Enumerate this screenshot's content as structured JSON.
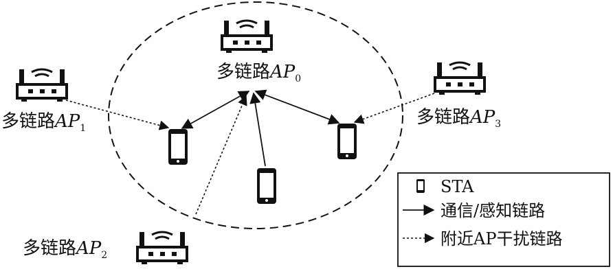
{
  "access_points": [
    {
      "prefix": "多链路",
      "name": "AP",
      "sub": "0"
    },
    {
      "prefix": "多链路",
      "name": "AP",
      "sub": "1"
    },
    {
      "prefix": "多链路",
      "name": "AP",
      "sub": "2"
    },
    {
      "prefix": "多链路",
      "name": "AP",
      "sub": "3"
    }
  ],
  "legend": {
    "sta": "STA",
    "comm": "通信/感知链路",
    "interf": "附近AP干扰链路"
  }
}
